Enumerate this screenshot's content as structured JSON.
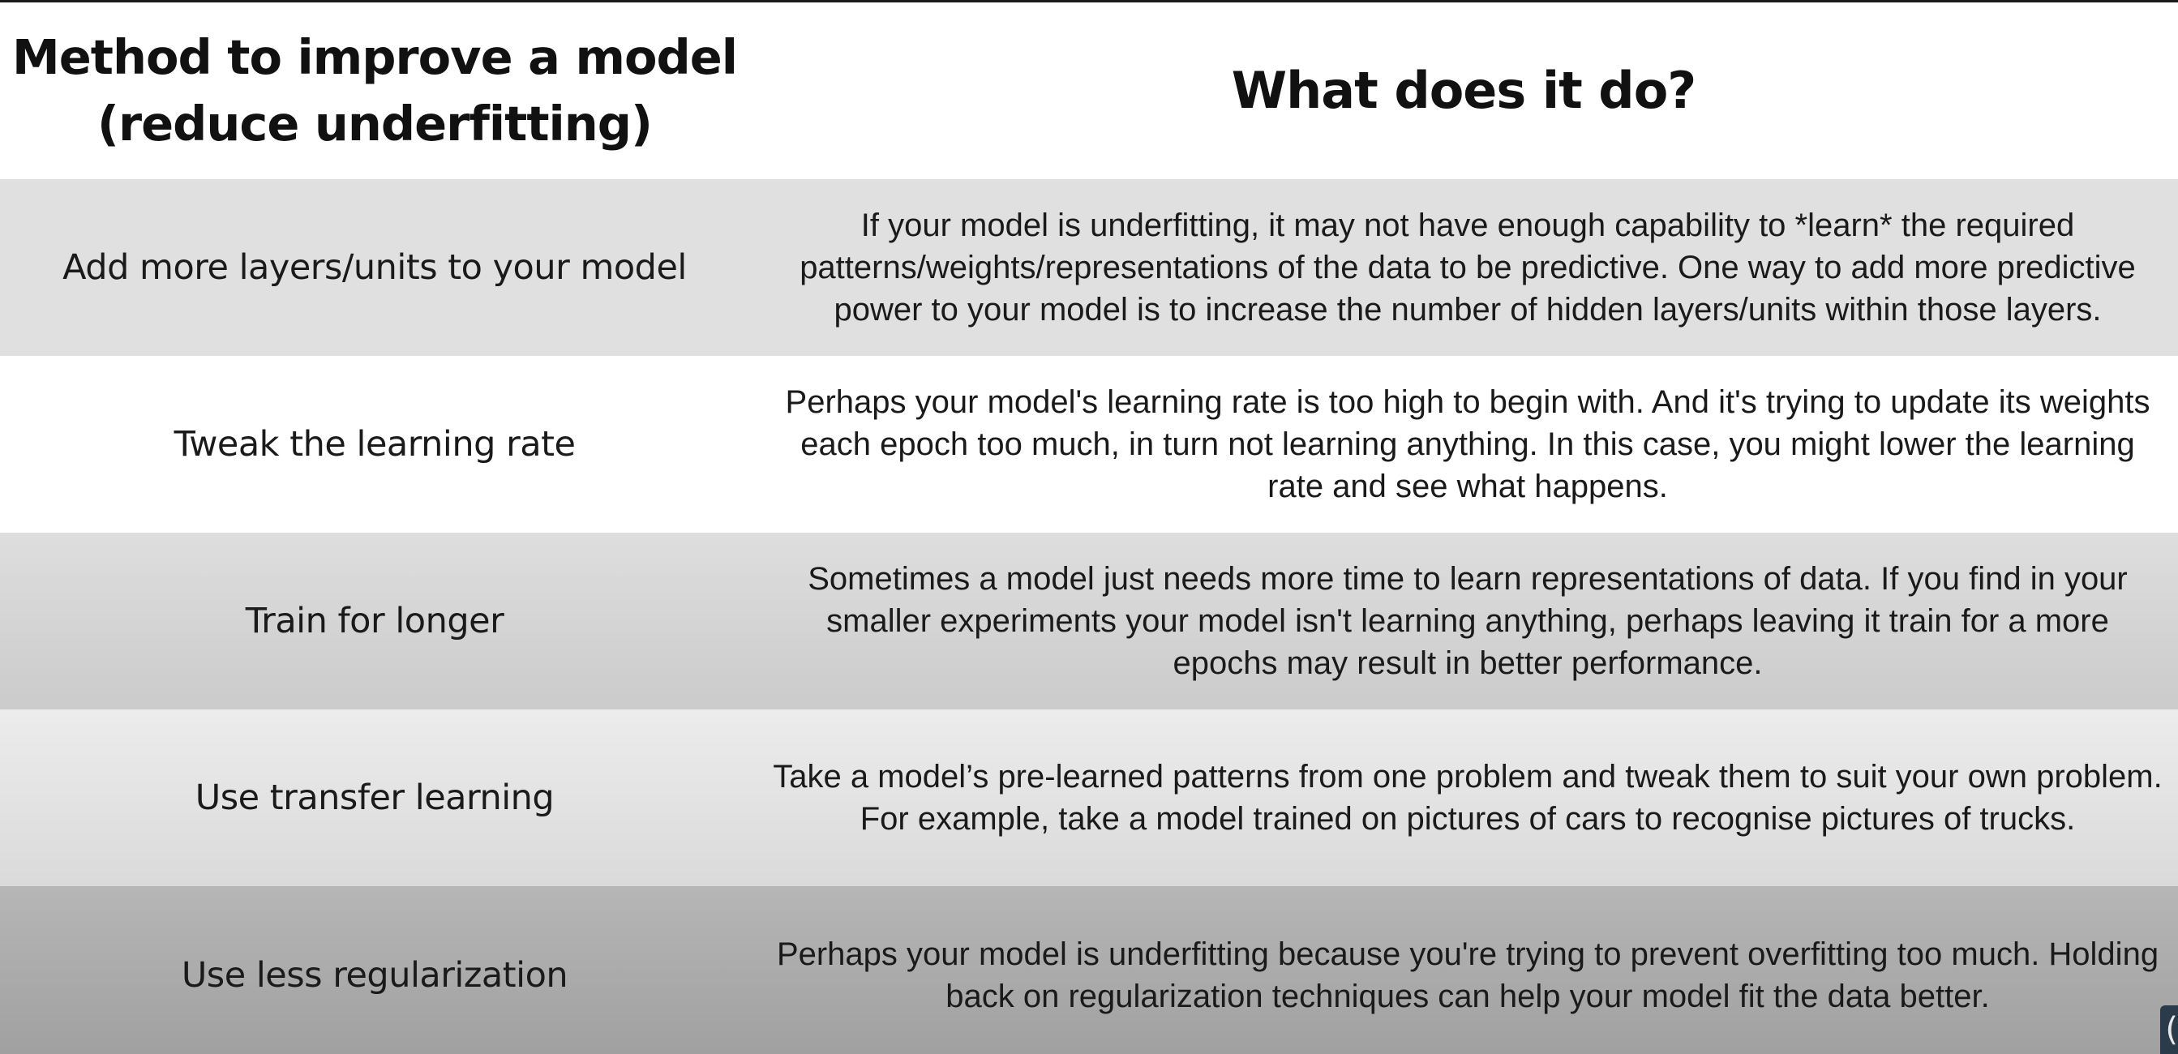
{
  "header": {
    "method_title": "Method to improve a model (reduce underfitting)",
    "description_title": "What does it do?"
  },
  "rows": [
    {
      "method": "Add more layers/units to your model",
      "description": "If your model is underfitting, it may not have enough capability to *learn* the required patterns/weights/representations of the data to be predictive. One way to add more predictive power to your model is to increase the number of hidden layers/units within those layers."
    },
    {
      "method": "Tweak the learning rate",
      "description": "Perhaps your model's learning rate is too high to begin with. And it's trying to update its weights each epoch too much, in turn not learning anything. In this case, you might lower the learning rate and see what happens."
    },
    {
      "method": "Train for longer",
      "description": "Sometimes a model just needs more time to learn representations of data. If you find in your smaller experiments your model isn't learning anything, perhaps leaving it train for a more epochs may result in better performance."
    },
    {
      "method": "Use transfer learning",
      "description": "Take a model’s pre-learned patterns from one problem and tweak them to suit your own problem. For example, take a model trained on pictures of cars to recognise pictures of trucks."
    },
    {
      "method": "Use less regularization",
      "description": "Perhaps your model is underfitting because you're trying to prevent overfitting too much. Holding back on regularization techniques can help your model fit the data better."
    }
  ],
  "corner_glyph": "("
}
